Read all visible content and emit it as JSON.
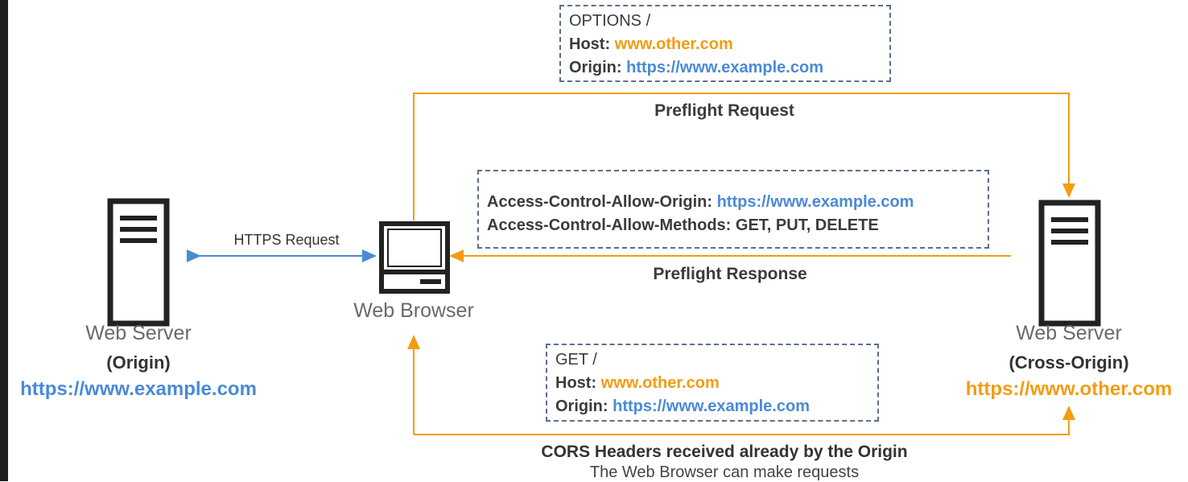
{
  "colors": {
    "request": "#f39c12",
    "origin_link": "#4a8ad6",
    "box_border": "#5a6f8e"
  },
  "nodes": {
    "origin_server": {
      "icon": "server-icon",
      "title": "Web Server",
      "subtitle": "(Origin)",
      "url": "https://www.example.com"
    },
    "browser": {
      "icon": "computer-icon",
      "title": "Web Browser"
    },
    "cross_server": {
      "icon": "server-icon",
      "title": "Web Server",
      "subtitle": "(Cross-Origin)",
      "url": "https://www.other.com"
    }
  },
  "edges": {
    "https_request": "HTTPS Request",
    "preflight_request": "Preflight Request",
    "preflight_response": "Preflight Response",
    "cors_received": "CORS Headers received already by the Origin",
    "can_make_requests": "The Web Browser can make requests"
  },
  "boxes": {
    "options_request": {
      "line1": "OPTIONS /",
      "host_key": "Host:",
      "host_val": "www.other.com",
      "origin_key": "Origin:",
      "origin_val": "https://www.example.com"
    },
    "preflight_headers": {
      "allow_origin_key": "Access-Control-Allow-Origin:",
      "allow_origin_val": "https://www.example.com",
      "allow_methods": "Access-Control-Allow-Methods: GET, PUT, DELETE"
    },
    "get_request": {
      "line1": "GET /",
      "host_key": "Host:",
      "host_val": "www.other.com",
      "origin_key": "Origin:",
      "origin_val": "https://www.example.com"
    }
  }
}
